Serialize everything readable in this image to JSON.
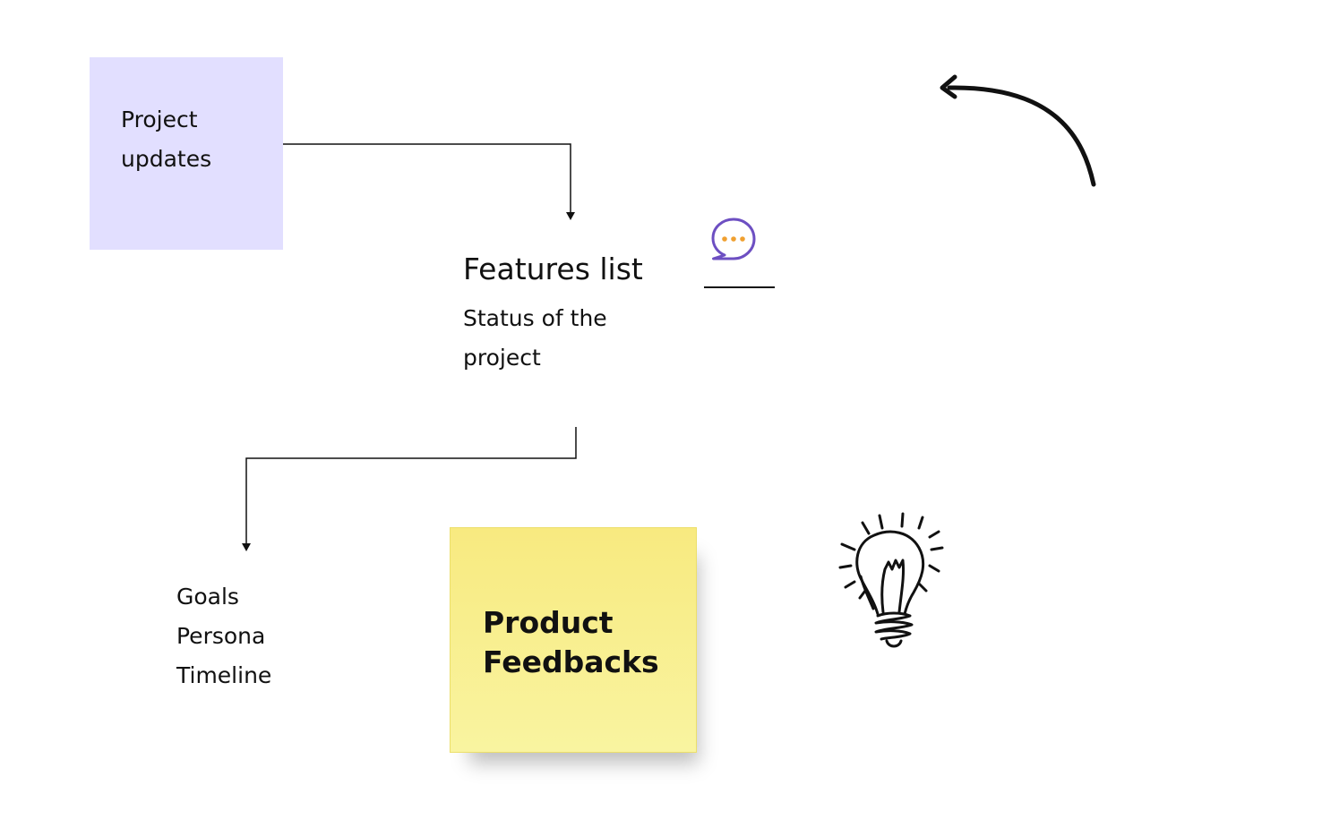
{
  "cards": {
    "project_updates": "Project updates"
  },
  "features": {
    "title": "Features list",
    "description": "Status of the project"
  },
  "list": {
    "items": [
      "Goals",
      "Persona",
      "Timeline"
    ]
  },
  "sticky": {
    "text": "Product Feedbacks"
  },
  "colors": {
    "card_purple": "#e2dfff",
    "sticky_yellow": "#f8ea80",
    "comment_purple": "#6d4fc2",
    "comment_dots": "#f0a030",
    "ink": "#111111"
  },
  "icons": {
    "comment": "comment-bubble-icon",
    "curved_arrow": "curved-arrow-icon",
    "bulb": "lightbulb-icon"
  }
}
